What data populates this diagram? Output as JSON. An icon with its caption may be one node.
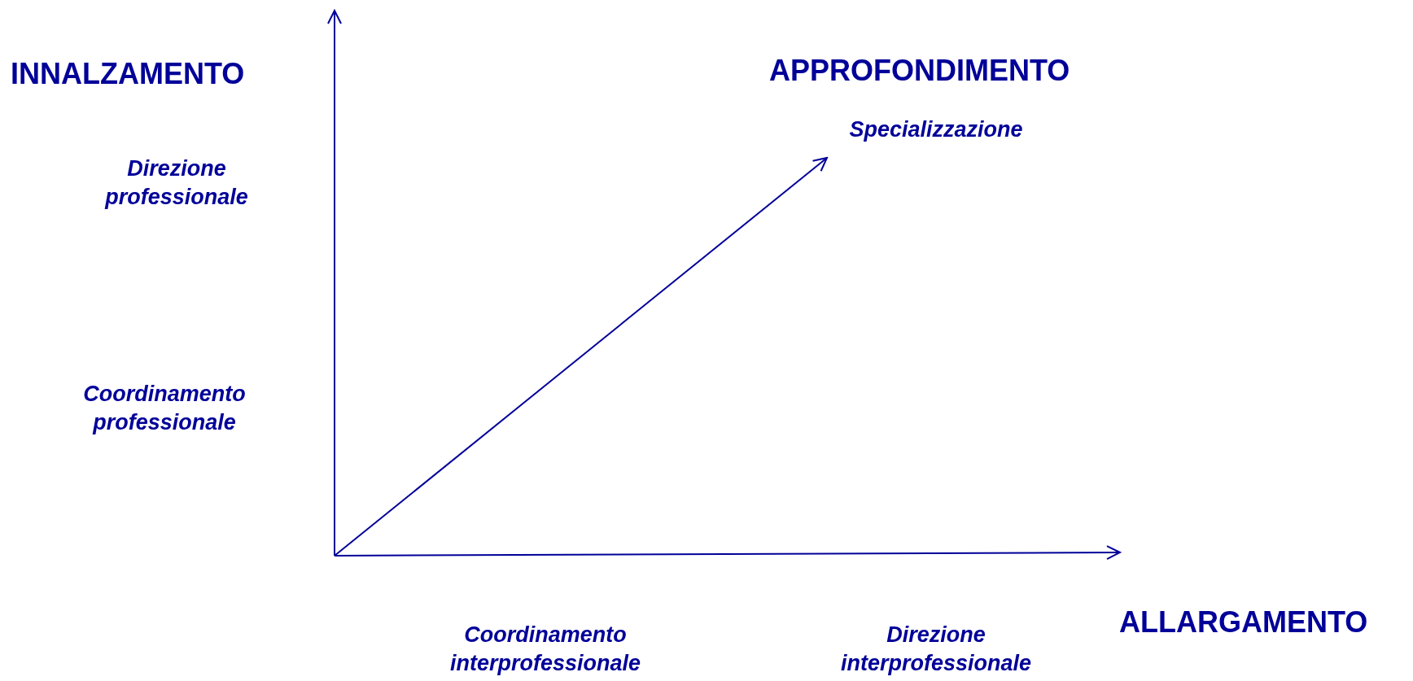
{
  "diagram": {
    "labels": [
      "INNALZAMENTO",
      "APPROFONDIMENTO",
      "Specializzazione",
      "Direzione professionale",
      "Coordinamento professionale",
      "Coordinamento interprofessionale",
      "Direzione interprofessionale",
      "ALLARGAMENTO"
    ]
  }
}
